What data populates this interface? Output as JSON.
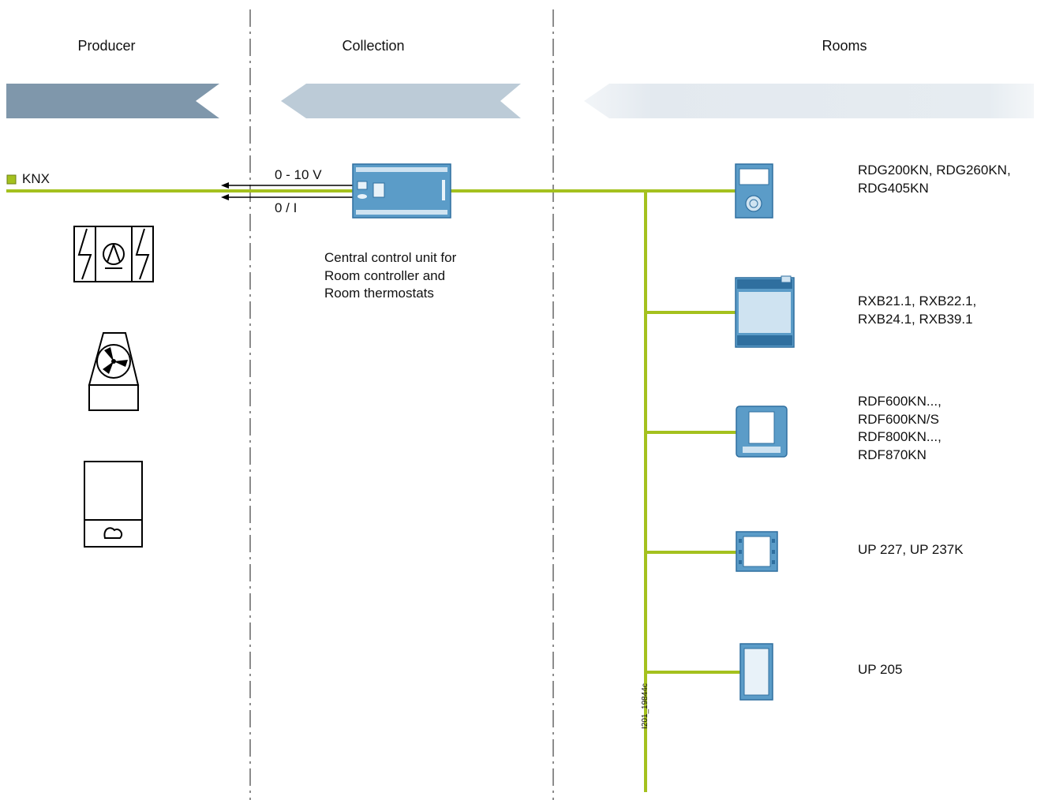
{
  "columns": {
    "producer": "Producer",
    "collection": "Collection",
    "rooms": "Rooms"
  },
  "bus": {
    "label": "KNX",
    "color": "#a4c11e"
  },
  "signals": {
    "analog": "0 - 10 V",
    "binary": "0 / I"
  },
  "central_unit": {
    "caption": [
      "Central control unit for",
      "Room controller and",
      "Room thermostats"
    ]
  },
  "devices": [
    {
      "icon": "room-thermostat-rdg-icon",
      "lines": [
        "RDG200KN, RDG260KN,",
        "RDG405KN"
      ]
    },
    {
      "icon": "room-controller-rxb-icon",
      "lines": [
        "RXB21.1, RXB22.1,",
        "RXB24.1, RXB39.1"
      ]
    },
    {
      "icon": "room-thermostat-rdf-icon",
      "lines": [
        "RDF600KN...,",
        "RDF600KN/S",
        "RDF800KN...,",
        "RDF870KN"
      ]
    },
    {
      "icon": "push-button-up227-icon",
      "lines": [
        "UP 227, UP 237K"
      ]
    },
    {
      "icon": "push-button-up205-icon",
      "lines": [
        "UP 205"
      ]
    }
  ],
  "producers": [
    {
      "icon": "chiller-icon"
    },
    {
      "icon": "ventilation-fan-unit-icon"
    },
    {
      "icon": "boiler-icon"
    }
  ],
  "drawing_code": "I201_19844c",
  "colors": {
    "band_dark": "#7f97ab",
    "band_mid": "#bccbd7",
    "band_light": "#e3e9ef",
    "device_blue": "#5b9cc8",
    "device_outline": "#2f6f9f"
  }
}
